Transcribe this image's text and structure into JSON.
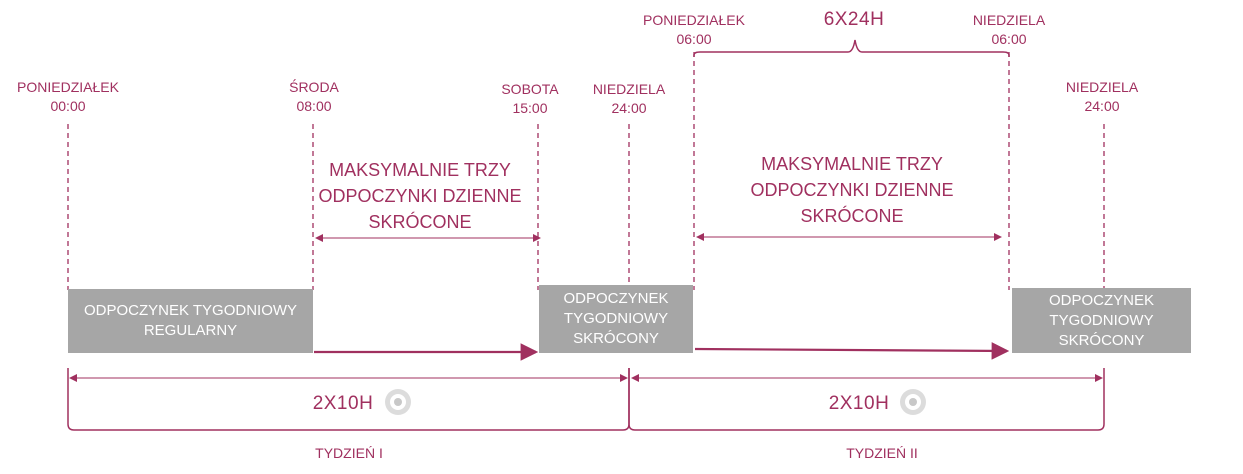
{
  "markers": {
    "mon_start": {
      "day": "PONIEDZIAŁEK",
      "time": "00:00"
    },
    "wed": {
      "day": "ŚRODA",
      "time": "08:00"
    },
    "sat": {
      "day": "SOBOTA",
      "time": "15:00"
    },
    "sun_end_w1": {
      "day": "NIEDZIELA",
      "time": "24:00"
    },
    "mon_w2": {
      "day": "PONIEDZIAŁEK",
      "time": "06:00"
    },
    "sun_w2": {
      "day": "NIEDZIELA",
      "time": "06:00"
    },
    "sun_end_w2": {
      "day": "NIEDZIELA",
      "time": "24:00"
    }
  },
  "period_label": "6X24H",
  "rest_note_1": [
    "MAKSYMALNIE TRZY",
    "ODPOCZYNKI DZIENNE",
    "SKRÓCONE"
  ],
  "rest_note_2": [
    "MAKSYMALNIE TRZY",
    "ODPOCZYNKI DZIENNE",
    "SKRÓCONE"
  ],
  "boxes": {
    "regular": [
      "ODPOCZYNEK TYGODNIOWY",
      "REGULARNY"
    ],
    "reduced_1": [
      "ODPOCZYNEK",
      "TYGODNIOWY",
      "SKRÓCONY"
    ],
    "reduced_2": [
      "ODPOCZYNEK",
      "TYGODNIOWY",
      "SKRÓCONY"
    ]
  },
  "span_1": "2X10H",
  "span_2": "2X10H",
  "week_1": "TYDZIEŃ I",
  "week_2": "TYDZIEŃ II",
  "icon_names": [
    "target-icon",
    "target-icon"
  ],
  "colors": {
    "accent": "#a0305f",
    "box": "#a6a6a6"
  }
}
